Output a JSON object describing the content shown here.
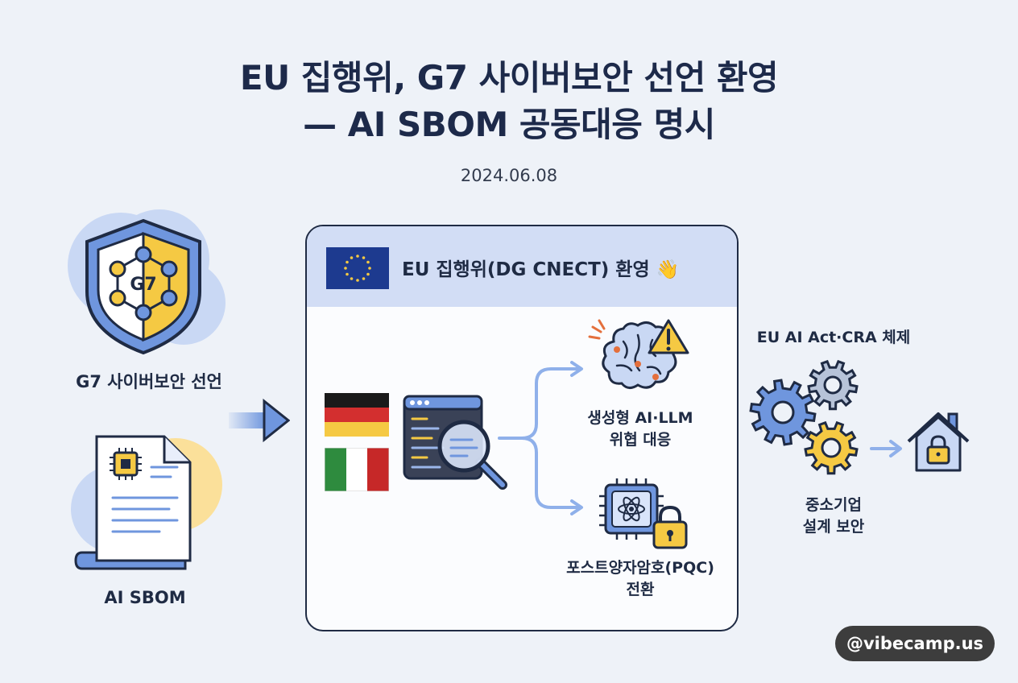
{
  "title": {
    "line1": "EU 집행위, G7 사이버보안 선언 환영",
    "line2": "— AI SBOM 공동대응 명시"
  },
  "date": "2024.06.08",
  "left": {
    "shield_text": "G7",
    "shield_label": "G7 사이버보안 선언",
    "sbom_label": "AI SBOM"
  },
  "panel": {
    "header": "EU 집행위(DG CNECT) 환영",
    "threat_line1": "생성형 AI·LLM",
    "threat_line2": "위협 대응",
    "pqc_line1": "포스트양자암호(PQC)",
    "pqc_line2": "전환"
  },
  "right": {
    "regime_label": "EU AI Act·CRA 체제",
    "sme_line1": "중소기업",
    "sme_line2": "설계 보안"
  },
  "watermark": "@vibecamp.us",
  "colors": {
    "navy": "#1f2b44",
    "blue": "#6f96de",
    "light_blue": "#d2ddf5",
    "yellow": "#f5c943",
    "background": "#eef2f8"
  }
}
